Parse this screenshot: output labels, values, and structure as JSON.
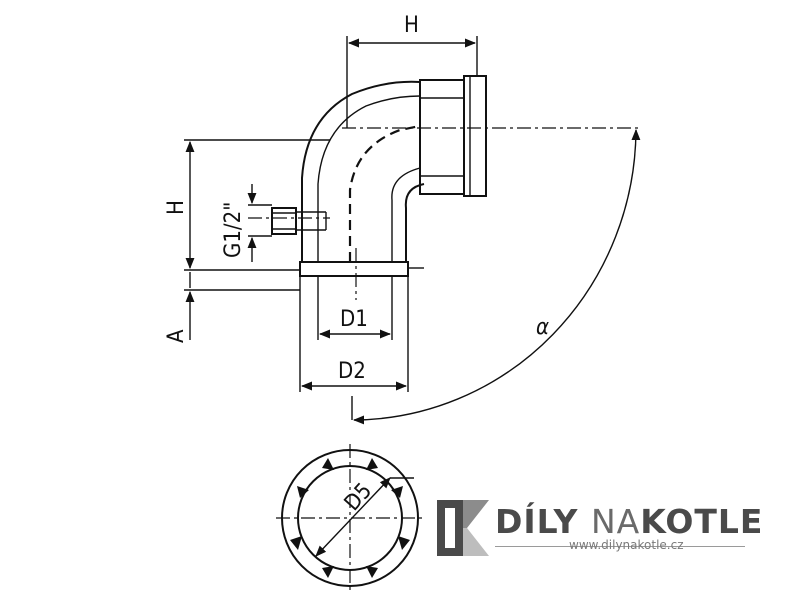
{
  "drawing": {
    "labels": {
      "h_top": "H",
      "h_side": "H",
      "a_side": "A",
      "g_thread": "G1/2\"",
      "d1": "D1",
      "d2": "D2",
      "alpha": "α",
      "d5": "D5"
    }
  },
  "brand": {
    "name_part1": "DÍLY",
    "name_part2": "NA",
    "name_part3": "KOTLE",
    "url": "www.dilynakotle.cz",
    "colors": {
      "logo_dark": "#4a4a4a",
      "logo_mid": "#8c8c8c",
      "logo_light": "#bdbdbd"
    }
  }
}
